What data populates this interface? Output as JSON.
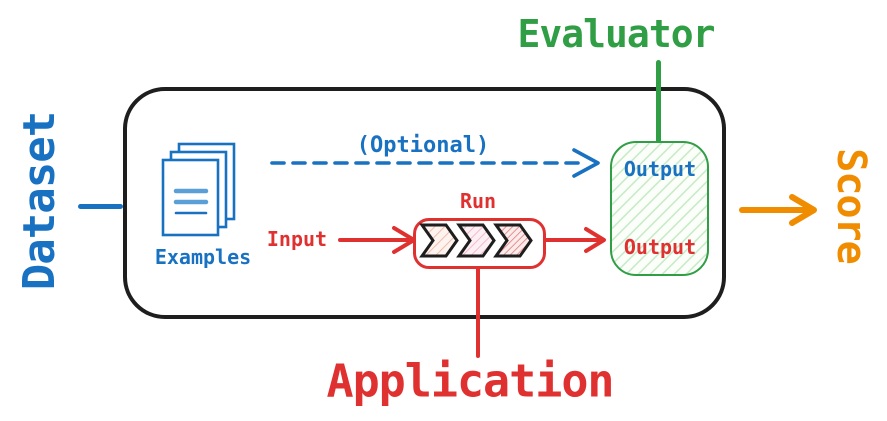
{
  "labels": {
    "dataset": "Dataset",
    "evaluator": "Evaluator",
    "application": "Application",
    "score": "Score",
    "examples": "Examples",
    "optional": "(Optional)",
    "input": "Input",
    "run": "Run",
    "evaluator_output": "Output",
    "application_output": "Output"
  },
  "colors": {
    "blue": "#1971c2",
    "red": "#e03131",
    "green": "#2f9e44",
    "orange": "#f08c00",
    "ink": "#1e1e1e"
  },
  "icons": {
    "examples": "documents-icon",
    "pipeline": "chevron-pipeline-icon",
    "optional_arrow": "dashed-arrow-icon",
    "input_arrow": "arrow-right-icon",
    "output_arrow": "arrow-right-icon",
    "score_arrow": "arrow-right-icon"
  }
}
